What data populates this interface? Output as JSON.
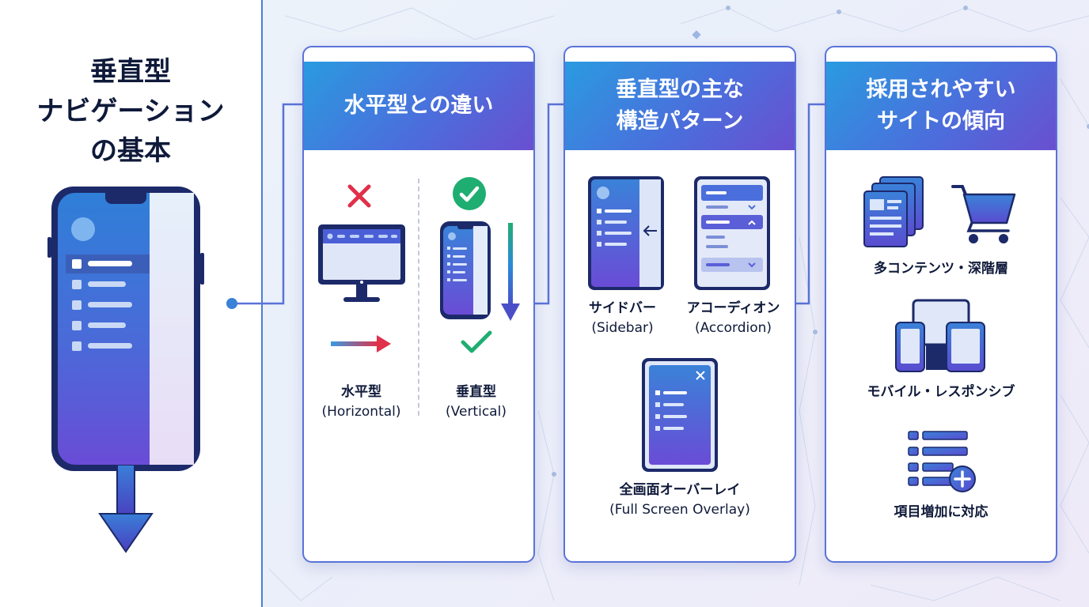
{
  "left": {
    "title_line1": "垂直型",
    "title_line2": "ナビゲーション",
    "title_line3": "の基本"
  },
  "cards": [
    {
      "title_lines": [
        "水平型との違い"
      ],
      "items": [
        {
          "label": "水平型",
          "sub": "(Horizontal)",
          "status": "cross-icon"
        },
        {
          "label": "垂直型",
          "sub": "(Vertical)",
          "status": "check-icon"
        }
      ]
    },
    {
      "title_lines": [
        "垂直型の主な",
        "構造パターン"
      ],
      "items": [
        {
          "label": "サイドバー",
          "sub": "(Sidebar)"
        },
        {
          "label": "アコーディオン",
          "sub": "(Accordion)"
        },
        {
          "label": "全画面オーバーレイ",
          "sub": "(Full Screen Overlay)"
        }
      ]
    },
    {
      "title_lines": [
        "採用されやすい",
        "サイトの傾向"
      ],
      "items": [
        {
          "label": "多コンテンツ・深階層"
        },
        {
          "label": "モバイル・レスポンシブ"
        },
        {
          "label": "項目増加に対応"
        }
      ]
    }
  ],
  "colors": {
    "blue": "#2a9be0",
    "indigo": "#4a5fd6",
    "violet": "#6a4fd0",
    "red": "#e0304a",
    "green": "#1fae72"
  }
}
